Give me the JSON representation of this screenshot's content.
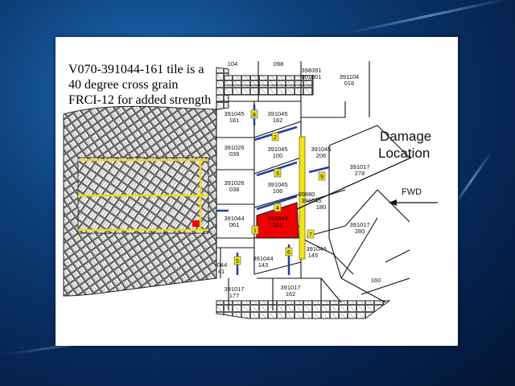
{
  "caption": {
    "line1": "V070-391044-161 tile is a",
    "line2": "40 degree cross grain",
    "line3": "FRCI-12 for added strength"
  },
  "annotations": {
    "damage_line1": "Damage",
    "damage_line2": "Location",
    "fwd": "FWD"
  },
  "tiles": [
    {
      "id": "t104",
      "text": "104"
    },
    {
      "id": "t098",
      "text": "098"
    },
    {
      "id": "t398_a",
      "text": "398391"
    },
    {
      "id": "t398_b",
      "text": "001001"
    },
    {
      "id": "t391104",
      "text": "391104"
    },
    {
      "id": "t016",
      "text": "016"
    },
    {
      "id": "t391045_181a",
      "text": "391045"
    },
    {
      "id": "t391045_181b",
      "text": "181"
    },
    {
      "id": "t391045_182a",
      "text": "391045"
    },
    {
      "id": "t391045_182b",
      "text": "182"
    },
    {
      "id": "t391045_206a",
      "text": "391045"
    },
    {
      "id": "t391045_206b",
      "text": "206"
    },
    {
      "id": "t391026_039a",
      "text": "391026"
    },
    {
      "id": "t391026_039b",
      "text": "039"
    },
    {
      "id": "t391045_100a",
      "text": "391045"
    },
    {
      "id": "t391045_100b",
      "text": "100"
    },
    {
      "id": "t391017_278a",
      "text": "391017"
    },
    {
      "id": "t391017_278b",
      "text": "278"
    },
    {
      "id": "t391026_038a",
      "text": "391026"
    },
    {
      "id": "t391026_038b",
      "text": "038"
    },
    {
      "id": "t391045_106a",
      "text": "391045"
    },
    {
      "id": "t391045_106b",
      "text": "106"
    },
    {
      "id": "t39880",
      "text": "39880"
    },
    {
      "id": "t391045_180a",
      "text": "391045"
    },
    {
      "id": "t391045_180b",
      "text": "180"
    },
    {
      "id": "t391044_061a",
      "text": "391044"
    },
    {
      "id": "t391044_061b",
      "text": "061"
    },
    {
      "id": "t391044_161a",
      "text": "391044"
    },
    {
      "id": "t391044_161b",
      "text": "161"
    },
    {
      "id": "t391017_280a",
      "text": "391017"
    },
    {
      "id": "t391017_280b",
      "text": "280"
    },
    {
      "id": "t391044_145a",
      "text": "391044"
    },
    {
      "id": "t391044_145b",
      "text": "145"
    },
    {
      "id": "t391044_143a",
      "text": "391044"
    },
    {
      "id": "t391044_143b",
      "text": "143"
    },
    {
      "id": "t044",
      "text": "044"
    },
    {
      "id": "t41",
      "text": "41"
    },
    {
      "id": "t391017_177a",
      "text": "391017"
    },
    {
      "id": "t391017_177b",
      "text": "177"
    },
    {
      "id": "t391017_162a",
      "text": "391017"
    },
    {
      "id": "t391017_162b",
      "text": "162"
    },
    {
      "id": "t160",
      "text": "160"
    }
  ],
  "markers": [
    "8",
    "2",
    "3",
    "4",
    "1",
    "9",
    "7",
    "5",
    "6"
  ],
  "colors": {
    "damage_fill": "#ee0000",
    "gap_filler": "#f0e41a",
    "seam": "#1f3fa8"
  }
}
